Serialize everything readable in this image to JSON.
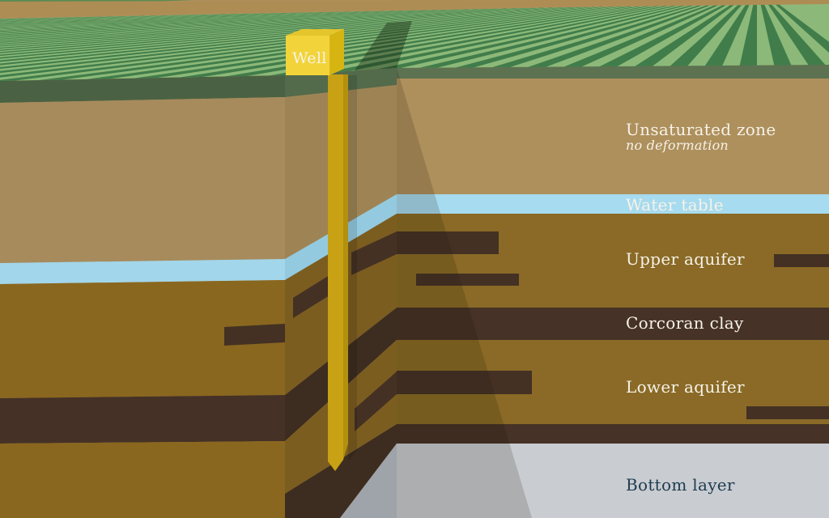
{
  "scene": {
    "well": "Well",
    "layers": [
      {
        "name": "Unsaturated zone",
        "note": "no deformation"
      },
      {
        "name": "Water table"
      },
      {
        "name": "Upper aquifer"
      },
      {
        "name": "Corcoran clay"
      },
      {
        "name": "Lower aquifer"
      },
      {
        "name": "Bottom layer"
      }
    ]
  },
  "colors": {
    "far-green": "#5d8b52",
    "far-strip": "#ae8d55",
    "field-light": "#8cb979",
    "field-dark": "#417d4a",
    "topsoil-left": "#4a6243",
    "topsoil-mid": "#536a4b",
    "topsoil-right": "#5d7251",
    "unsat-left": "#a78b5d",
    "unsat-mid": "#9e8455",
    "unsat-right": "#ae905d",
    "water-left": "#a2d6ea",
    "water-mid": "#93cae0",
    "water-right": "#a7dbef",
    "aquifer-left": "#8a671f",
    "aquifer-mid": "#7c5d20",
    "aquifer-right": "#8a6a26",
    "clay-left": "#453126",
    "clay-mid": "#3d2d20",
    "clay-right": "#463226",
    "gray-mid": "#9fa3aa",
    "gray-right": "#c9ccd1",
    "lens": "#443124",
    "well-front": "#f2d43a",
    "well-side": "#d6b513",
    "well-top": "#e5c52c",
    "pipe": "#c8a214",
    "pipe-dark": "#b3900e",
    "label-light": "#f6f2e8",
    "label-dark": "#1e3c50"
  }
}
